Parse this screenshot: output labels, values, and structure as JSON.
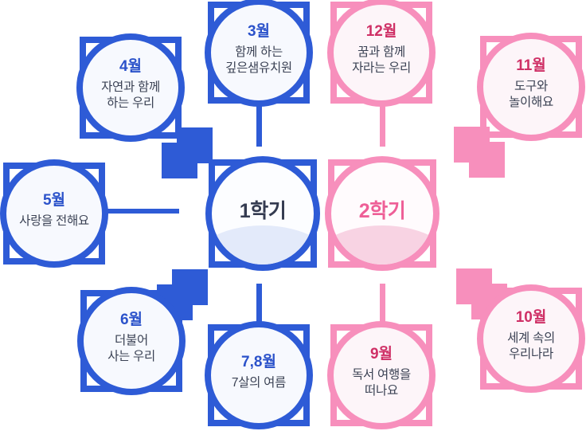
{
  "diagram_title": "kindergarten-yearly-curriculum",
  "colors": {
    "blue_primary": "#2e5bd6",
    "blue_title_text": "#2b52ca",
    "pink_primary": "#f78fbc",
    "pink_title_text": "#cf3066",
    "body_text": "#3b4254",
    "semester1_text": "#343b50",
    "semester2_text": "#ee5f97",
    "blue_circle_fill": "#f7f9fe",
    "pink_circle_fill": "#fdf5f9",
    "semester1_arc_fill": "#e3eafa",
    "semester2_arc_fill": "#f8d3e3"
  },
  "semesters": {
    "first": {
      "label": "1학기"
    },
    "second": {
      "label": "2학기"
    }
  },
  "months": {
    "mar": {
      "title": "3월",
      "line1": "함께 하는",
      "line2": "깊은샘유치원"
    },
    "apr": {
      "title": "4월",
      "line1": "자연과 함께",
      "line2": "하는 우리"
    },
    "may": {
      "title": "5월",
      "line1": "사랑을 전해요",
      "line2": ""
    },
    "jun": {
      "title": "6월",
      "line1": "더불어",
      "line2": "사는 우리"
    },
    "jul_aug": {
      "title": "7,8월",
      "line1": "7살의 여름",
      "line2": ""
    },
    "sep": {
      "title": "9월",
      "line1": "독서 여행을",
      "line2": "떠나요"
    },
    "oct": {
      "title": "10월",
      "line1": "세계 속의",
      "line2": "우리나라"
    },
    "nov": {
      "title": "11월",
      "line1": "도구와",
      "line2": "놀이해요"
    },
    "dec": {
      "title": "12월",
      "line1": "꿈과 함께",
      "line2": "자라는 우리"
    }
  }
}
